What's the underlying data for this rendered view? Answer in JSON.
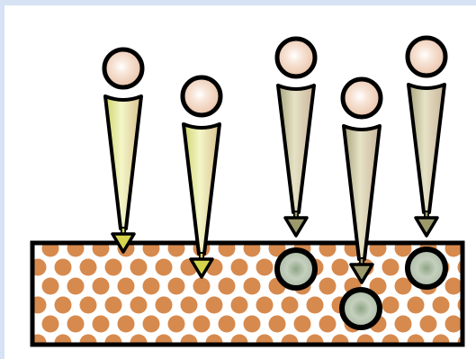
{
  "colors": {
    "background": "#d5e3f4",
    "panel": "#ffffff",
    "outline": "#000000",
    "substrate_dot": "#d78a4e",
    "incoming_sphere": "#f2d2bc",
    "incoming_sphere_highlight": "#ffffff",
    "trapped_sphere": "#b9c6b3",
    "trapped_sphere_core": "#8fa585",
    "trail_yellow_light": "#f4f6c8",
    "trail_yellow": "#cdd36a",
    "trail_olive_light": "#e6e2c6",
    "trail_olive": "#a5a27a",
    "arrow_yellow": "#d6d64e",
    "arrow_olive": "#9c9a6c"
  },
  "particles": [
    {
      "kind": "incoming-sphere",
      "trail": "yellow",
      "outcome": "surface"
    },
    {
      "kind": "incoming-sphere",
      "trail": "yellow",
      "outcome": "shallow"
    },
    {
      "kind": "incoming-sphere",
      "trail": "olive",
      "outcome": "trapped-at-surface"
    },
    {
      "kind": "incoming-sphere",
      "trail": "olive",
      "outcome": "trapped-deep"
    },
    {
      "kind": "incoming-sphere",
      "trail": "olive",
      "outcome": "trapped-at-surface"
    }
  ]
}
